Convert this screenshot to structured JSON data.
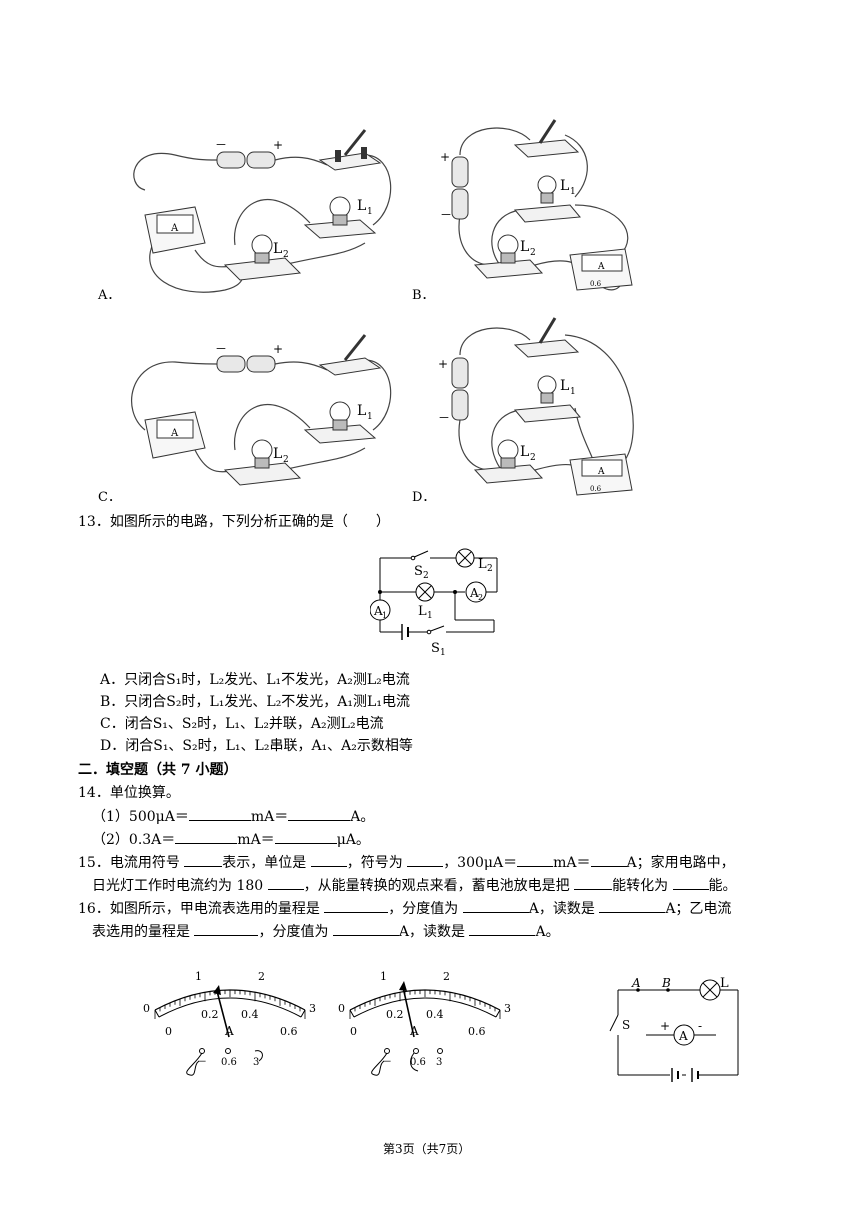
{
  "q12": {
    "options": [
      {
        "letter": "A．"
      },
      {
        "letter": "B．"
      },
      {
        "letter": "C．"
      },
      {
        "letter": "D．"
      }
    ],
    "labels": {
      "minus": "－",
      "plus": "+",
      "l1": "L",
      "l2": "L",
      "sub1": "1",
      "sub2": "2",
      "meter": "A",
      "scale": "0.6"
    }
  },
  "q13": {
    "stem": "13．如图所示的电路，下列分析正确的是（　　）",
    "diagram": {
      "s2": "S",
      "s1": "S",
      "l1": "L",
      "l2": "L",
      "a1": "A",
      "a2": "A",
      "one": "1",
      "two": "2"
    },
    "options": [
      "A．只闭合S₁时，L₂发光、L₁不发光，A₂测L₂电流",
      "B．只闭合S₂时，L₁发光、L₂不发光，A₁测L₁电流",
      "C．闭合S₁、S₂时，L₁、L₂并联，A₂测L₂电流",
      "D．闭合S₁、S₂时，L₁、L₂串联，A₁、A₂示数相等"
    ]
  },
  "section2": {
    "title": "二．填空题（共 7 小题）"
  },
  "q14": {
    "stem": "14．单位换算。",
    "line1": {
      "prefix": "（1）500μA＝",
      "mid": "mA＝",
      "suffix": "A。"
    },
    "line2": {
      "prefix": "（2）0.3A＝",
      "mid": "mA＝",
      "suffix": "μA。"
    }
  },
  "q15": {
    "p1": "15．电流用符号",
    "p2": "表示，单位是",
    "p3": "，符号为",
    "p4": "，300μA＝",
    "p5": "mA＝",
    "p6": "A；家用电路中，",
    "p7": "日光灯工作时电流约为 180",
    "p8": "，从能量转换的观点来看，蓄电池放电是把",
    "p9": "能转化为",
    "p10": "能。"
  },
  "q16": {
    "p1": "16．如图所示，甲电流表选用的量程是",
    "p2": "，分度值为",
    "p3": "A，读数是",
    "p4": "A；乙电流",
    "p5": "表选用的量程是",
    "p6": "，分度值为",
    "p7": "A，读数是",
    "p8": "A。",
    "meter": {
      "top_ticks": [
        "0",
        "1",
        "2",
        "3"
      ],
      "bottom_ticks": [
        "0",
        "0.2",
        "0.4",
        "0.6"
      ],
      "unit": "A",
      "terminals": [
        "－",
        "0.6",
        "3"
      ]
    },
    "circuit": {
      "a": "A",
      "b": "B",
      "l": "L",
      "s": "S",
      "meter": "A",
      "plus": "+",
      "minus": "-"
    }
  },
  "footer": {
    "text": "第3页（共7页）"
  }
}
